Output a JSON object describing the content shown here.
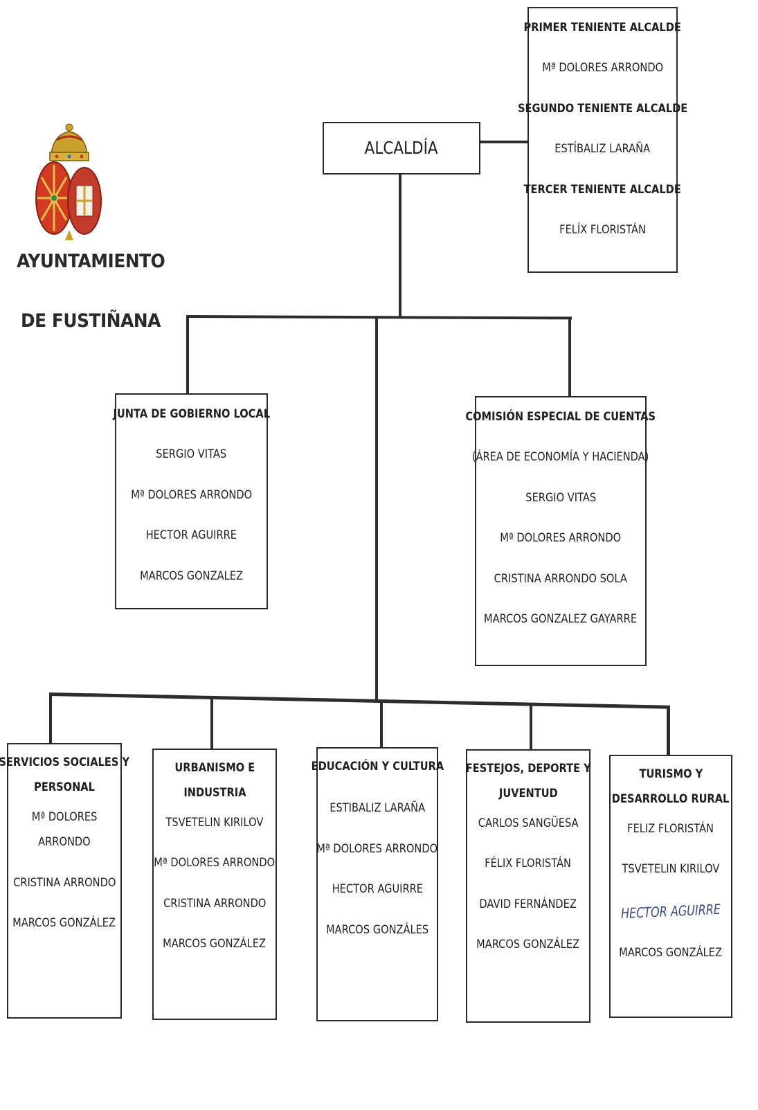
{
  "header": {
    "organization_line1": "AYUNTAMIENTO",
    "organization_line2": "DE FUSTIÑANA"
  },
  "crest": {
    "icon": "municipal-coat-of-arms-icon",
    "colors": {
      "crown": "#c9a12c",
      "field_left": "#d23a22",
      "field_right": "#c33b2a",
      "chain": "#e6c04a"
    }
  },
  "alcaldia": {
    "title": "ALCALDÍA"
  },
  "tenientes": {
    "items": [
      {
        "role": "PRIMER TENIENTE ALCALDE",
        "name": "Mª DOLORES ARRONDO"
      },
      {
        "role": "SEGUNDO TENIENTE ALCALDE",
        "name": "ESTÍBALIZ LARAÑA"
      },
      {
        "role": "TERCER TENIENTE ALCALDE",
        "name": "FELÍX FLORISTÁN"
      }
    ]
  },
  "junta": {
    "title": "JUNTA DE GOBIERNO LOCAL",
    "members": [
      "SERGIO VITAS",
      "Mª DOLORES ARRONDO",
      "HECTOR AGUIRRE",
      "MARCOS GONZALEZ"
    ]
  },
  "comision": {
    "title": "COMISIÓN ESPECIAL DE CUENTAS",
    "subtitle": "(ÁREA DE ECONOMÍA Y HACIENDA)",
    "members": [
      "SERGIO VITAS",
      "Mª DOLORES ARRONDO",
      "CRISTINA ARRONDO SOLA",
      "MARCOS GONZALEZ GAYARRE"
    ]
  },
  "areas": [
    {
      "title_lines": [
        "SERVICIOS SOCIALES Y",
        "PERSONAL"
      ],
      "member_lines": [
        "Mª DOLORES",
        "ARRONDO",
        "CRISTINA ARRONDO",
        "MARCOS GONZÁLEZ"
      ]
    },
    {
      "title_lines": [
        "URBANISMO E",
        "INDUSTRIA"
      ],
      "member_lines": [
        "TSVETELIN KIRILOV",
        "Mª DOLORES ARRONDO",
        "CRISTINA ARRONDO",
        "MARCOS GONZÁLEZ"
      ]
    },
    {
      "title_lines": [
        "EDUCACIÓN Y CULTURA"
      ],
      "member_lines": [
        "ESTIBALIZ LARAÑA",
        "Mª DOLORES ARRONDO",
        "HECTOR AGUIRRE",
        "MARCOS GONZÁLES"
      ]
    },
    {
      "title_lines": [
        "FESTEJOS, DEPORTE Y",
        "JUVENTUD"
      ],
      "member_lines": [
        "CARLOS SANGÜESA",
        "FÉLIX FLORISTÁN",
        "DAVID FERNÁNDEZ",
        "MARCOS GONZÁLEZ"
      ]
    },
    {
      "title_lines": [
        "TURISMO Y",
        "DESARROLLO RURAL"
      ],
      "member_lines": [
        "FELIZ FLORISTÁN",
        "TSVETELIN KIRILOV",
        "HECTOR AGUIRRE",
        "MARCOS GONZÁLEZ"
      ]
    }
  ]
}
